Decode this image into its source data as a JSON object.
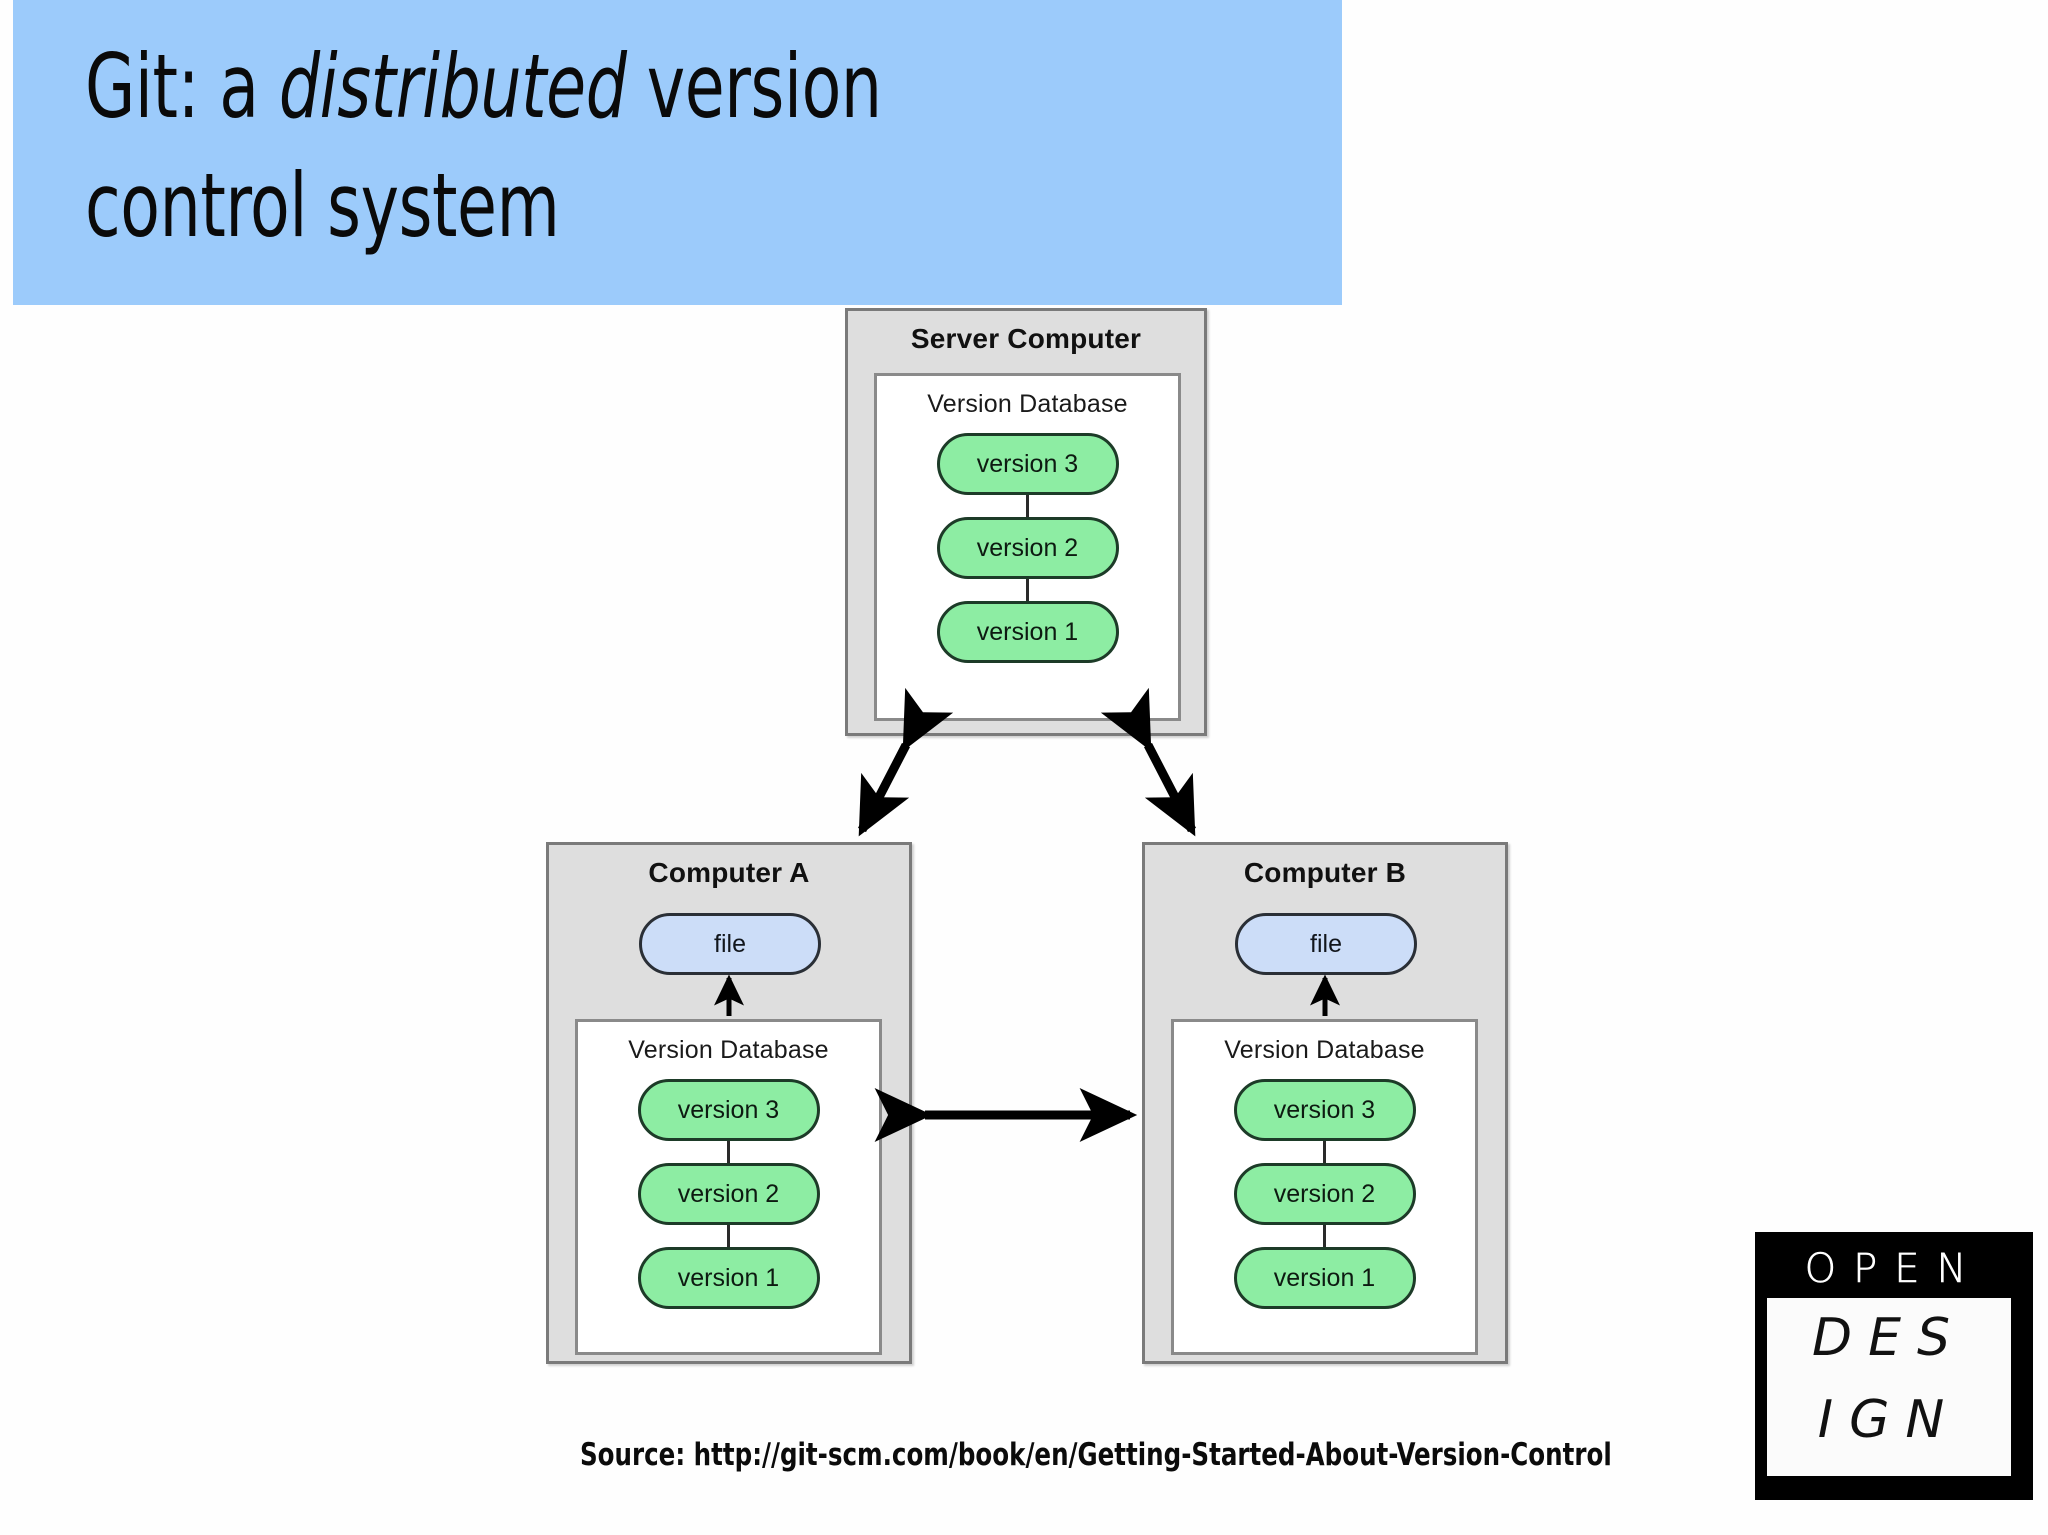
{
  "slide": {
    "title": {
      "line1_prefix": "Git: a ",
      "line1_emphasis": "distributed",
      "line1_suffix": " version",
      "line2": "control system",
      "banner_color": "#9ccbfb"
    },
    "source": "Source: http://git-scm.com/book/en/Getting-Started-About-Version-Control",
    "logo": {
      "line1": "OPEN",
      "line2": "DES",
      "line3": "IGN"
    }
  },
  "diagram": {
    "version_db_label": "Version Database",
    "file_label": "file",
    "versions": [
      "version 3",
      "version 2",
      "version 1"
    ],
    "colors": {
      "machine_fill": "#dedede",
      "machine_border": "#7a7a7a",
      "db_fill": "#ffffff",
      "version_fill": "#8deda3",
      "version_border": "#1d3b28",
      "file_fill": "#ccddf8",
      "file_border": "#2a2f36",
      "arrow": "#000000"
    },
    "nodes": [
      {
        "id": "server",
        "label": "Server Computer",
        "has_file": false
      },
      {
        "id": "computer-a",
        "label": "Computer A",
        "has_file": true
      },
      {
        "id": "computer-b",
        "label": "Computer B",
        "has_file": true
      }
    ],
    "links": [
      {
        "from": "server",
        "to": "computer-a",
        "style": "double-headed",
        "orientation": "diagonal"
      },
      {
        "from": "server",
        "to": "computer-b",
        "style": "double-headed",
        "orientation": "diagonal"
      },
      {
        "from": "computer-a",
        "to": "computer-b",
        "style": "double-headed",
        "orientation": "horizontal"
      },
      {
        "from": "version-db",
        "to": "file",
        "style": "single-headed",
        "orientation": "vertical"
      }
    ]
  }
}
